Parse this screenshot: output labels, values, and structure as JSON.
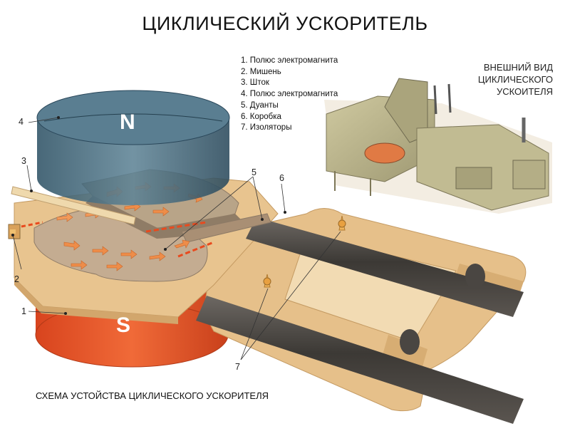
{
  "title": "ЦИКЛИЧЕСКИЙ УСКОРИТЕЛЬ",
  "legend": [
    "1. Полюс электромагнита",
    "2. Мишень",
    "3. Шток",
    "4. Полюс электромагнита",
    "5. Дуанты",
    "6. Коробка",
    "7. Изоляторы"
  ],
  "external_view": {
    "lines": [
      "ВНЕШНИЙ ВИД",
      "ЦИКЛИЧЕСКОГО",
      "УСКОИТЕЛЯ"
    ]
  },
  "caption": "СХЕМА УСТОЙСТВА ЦИКЛИЧЕСКОГО УСКОРИТЕЛЯ",
  "poles": {
    "north": "N",
    "south": "S"
  },
  "callouts": {
    "n1": "1",
    "n2": "2",
    "n3": "3",
    "n4": "4",
    "n5": "5",
    "n6": "6",
    "n7": "7"
  },
  "colors": {
    "north_pole": "#3f6478",
    "south_pole": "#e8592b",
    "box": "#e3bc84",
    "dees": "#c9b196",
    "arrows": "#e88a45",
    "rods": "#4a4642",
    "machine": "#b9b38a"
  }
}
